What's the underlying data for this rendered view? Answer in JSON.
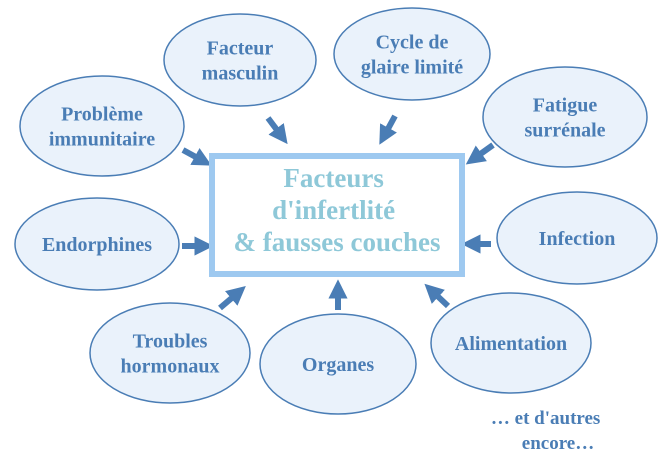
{
  "center": {
    "lines": [
      "Facteurs",
      "d'infertlité",
      "& fausses couches"
    ]
  },
  "nodes": [
    {
      "id": "facteur-masculin",
      "lines": [
        "Facteur",
        "masculin"
      ]
    },
    {
      "id": "cycle-glaire",
      "lines": [
        "Cycle de",
        "glaire limité"
      ]
    },
    {
      "id": "probleme-immunitaire",
      "lines": [
        "Problème",
        "immunitaire"
      ]
    },
    {
      "id": "fatigue-surrenale",
      "lines": [
        "Fatigue",
        "surrénale"
      ]
    },
    {
      "id": "endorphines",
      "lines": [
        "Endorphines"
      ]
    },
    {
      "id": "infection",
      "lines": [
        "Infection"
      ]
    },
    {
      "id": "troubles-hormonaux",
      "lines": [
        "Troubles",
        "hormonaux"
      ]
    },
    {
      "id": "organes",
      "lines": [
        "Organes"
      ]
    },
    {
      "id": "alimentation",
      "lines": [
        "Alimentation"
      ]
    }
  ],
  "footnote": {
    "lines": [
      "… et d'autres",
      "encore…"
    ]
  },
  "colors": {
    "ellipse_fill": "#eaf2fb",
    "ellipse_stroke": "#4a7db5",
    "node_text": "#4a7db5",
    "center_border": "#9ec9f0",
    "center_text": "#8ec8d8",
    "arrow": "#4a7db5"
  }
}
